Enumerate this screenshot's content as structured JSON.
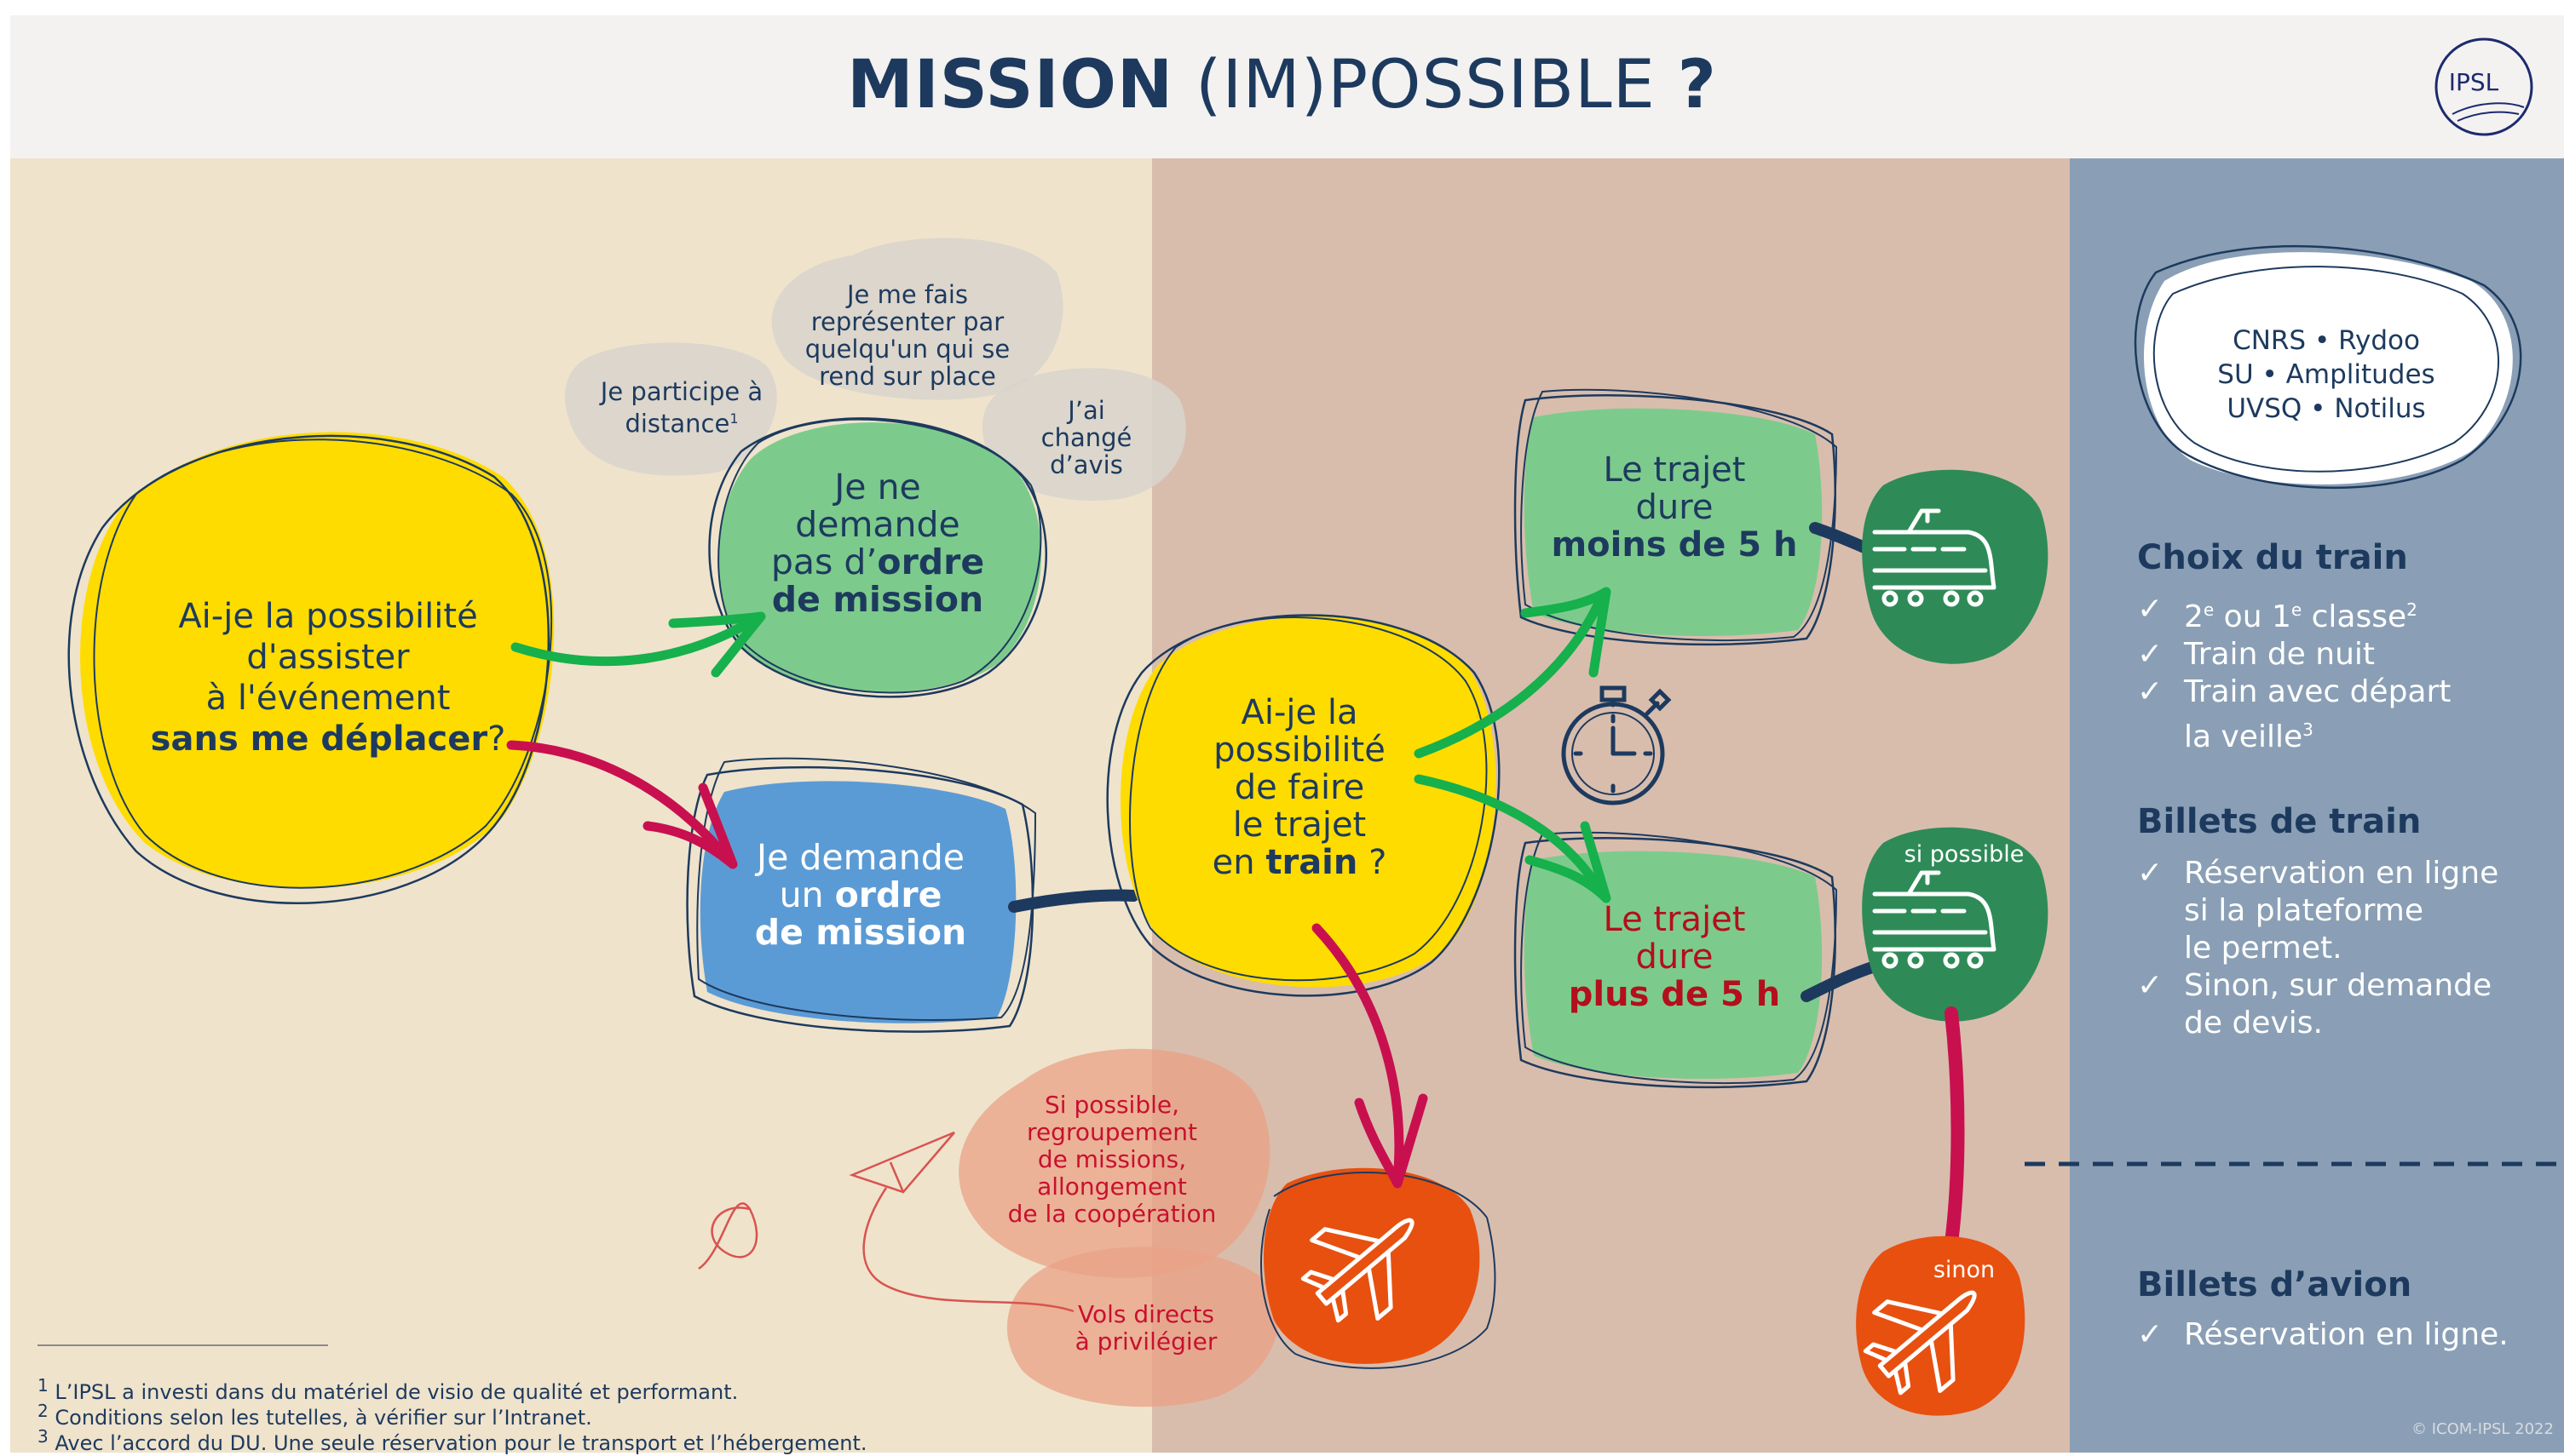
{
  "header": {
    "title_bold": "MISSION",
    "title_paren": "(IM)POSSIBLE",
    "title_mark": "?",
    "logo_text": "IPSL"
  },
  "colors": {
    "navy": "#1d3a5e",
    "yellow": "#ffdc00",
    "green": "#7dcb8c",
    "dark_green": "#2e8b57",
    "blue": "#5b9bd5",
    "orange": "#e8500f",
    "crimson": "#c8104f",
    "arrow_green": "#16b04c"
  },
  "nodes": {
    "q1": {
      "line1": "Ai-je la possibilité",
      "line2": "d'assister",
      "line3": "à l'événement",
      "line4_bold": "sans me déplacer",
      "line4_mark": "?"
    },
    "no_mission": {
      "line1": "Je ne",
      "line2": "demande",
      "line3_pre": "pas d’",
      "line3_bold": "ordre",
      "line4_bold": "de mission"
    },
    "ask_mission": {
      "line1": "Je demande",
      "line2_pre": "un ",
      "line2_bold": "ordre",
      "line3_bold": "de mission"
    },
    "q2": {
      "line1": "Ai-je la",
      "line2": "possibilité",
      "line3": "de faire",
      "line4": "le trajet",
      "line5_pre": "en ",
      "line5_bold": "train",
      "line5_mark": " ?"
    },
    "less5": {
      "line1": "Le trajet",
      "line2": "dure",
      "line3_bold": "moins de 5 h"
    },
    "more5": {
      "line1": "Le trajet",
      "line2": "dure",
      "line3_bold": "plus de 5 h"
    }
  },
  "clouds": {
    "distance": {
      "line1": "Je participe à",
      "line2": "distance",
      "sup": "1"
    },
    "represent": {
      "line1": "Je me fais",
      "line2": "représenter par",
      "line3": "quelqu'un qui se",
      "line4": "rend sur place"
    },
    "change": {
      "line1": "J’ai",
      "line2": "changé",
      "line3": "d’avis"
    },
    "regroup": {
      "line1": "Si possible,",
      "line2": "regroupement",
      "line3": "de missions,",
      "line4": "allongement",
      "line5": "de la coopération"
    },
    "direct": {
      "line1": "Vols directs",
      "line2": "à privilégier"
    }
  },
  "tags": {
    "si_possible": "si possible",
    "sinon": "sinon"
  },
  "tools": {
    "row1": {
      "a": "CNRS",
      "b": "Rydoo"
    },
    "row2": {
      "a": "SU",
      "b": "Amplitudes"
    },
    "row3": {
      "a": "UVSQ",
      "b": "Notilus"
    }
  },
  "sidebar": {
    "train_choice": {
      "title": "Choix du train",
      "item1_pre": "2",
      "item1_sup1": "e",
      "item1_mid": " ou 1",
      "item1_sup2": "e",
      "item1_post": " classe",
      "item1_note": "2",
      "item2": "Train de nuit",
      "item3_l1": "Train avec départ",
      "item3_l2": "la veille",
      "item3_note": "3"
    },
    "train_tickets": {
      "title": "Billets de train",
      "item1_l1": "Réservation en ligne",
      "item1_l2": "si la plateforme",
      "item1_l3": "le permet.",
      "item2_l1": "Sinon, sur demande",
      "item2_l2": "de devis."
    },
    "plane_tickets": {
      "title": "Billets d’avion",
      "item1": "Réservation en ligne."
    },
    "check_glyph": "✓"
  },
  "footnotes": [
    {
      "num": "1",
      "text": "L’IPSL a investi dans du matériel de visio de qualité et performant."
    },
    {
      "num": "2",
      "text": "Conditions selon les tutelles, à vérifier sur l’Intranet."
    },
    {
      "num": "3",
      "text": "Avec l’accord du DU. Une seule réservation pour le transport et l’hébergement."
    }
  ],
  "copyright": "© ICOM-IPSL 2022",
  "icons": [
    "train-icon",
    "plane-icon",
    "stopwatch-icon",
    "paper-plane-icon"
  ]
}
